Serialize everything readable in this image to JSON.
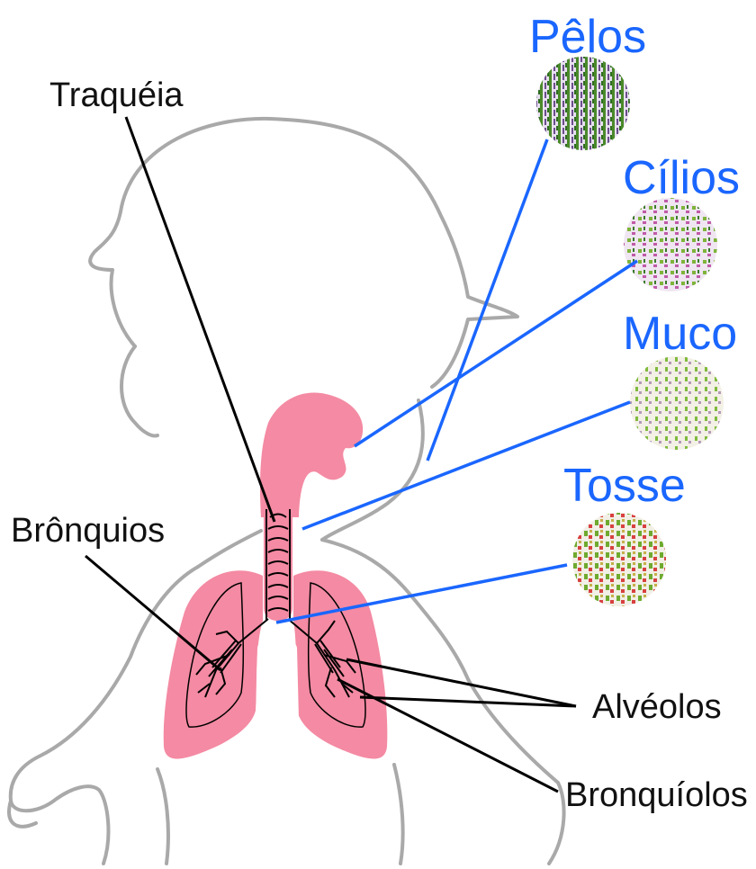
{
  "labels": {
    "traqueia": "Traquéia",
    "bronquios": "Brônquios",
    "alveolos": "Alvéolos",
    "bronquiolos": "Bronquíolos",
    "pelos": "Pêlos",
    "cilios": "Cílios",
    "muco": "Muco",
    "tosse": "Tosse"
  },
  "colors": {
    "airway_pink": "#f48aa3",
    "outline_gray": "#a9a9a9",
    "defense_label_blue": "#1a66ff",
    "anatomy_label_black": "#111111"
  }
}
